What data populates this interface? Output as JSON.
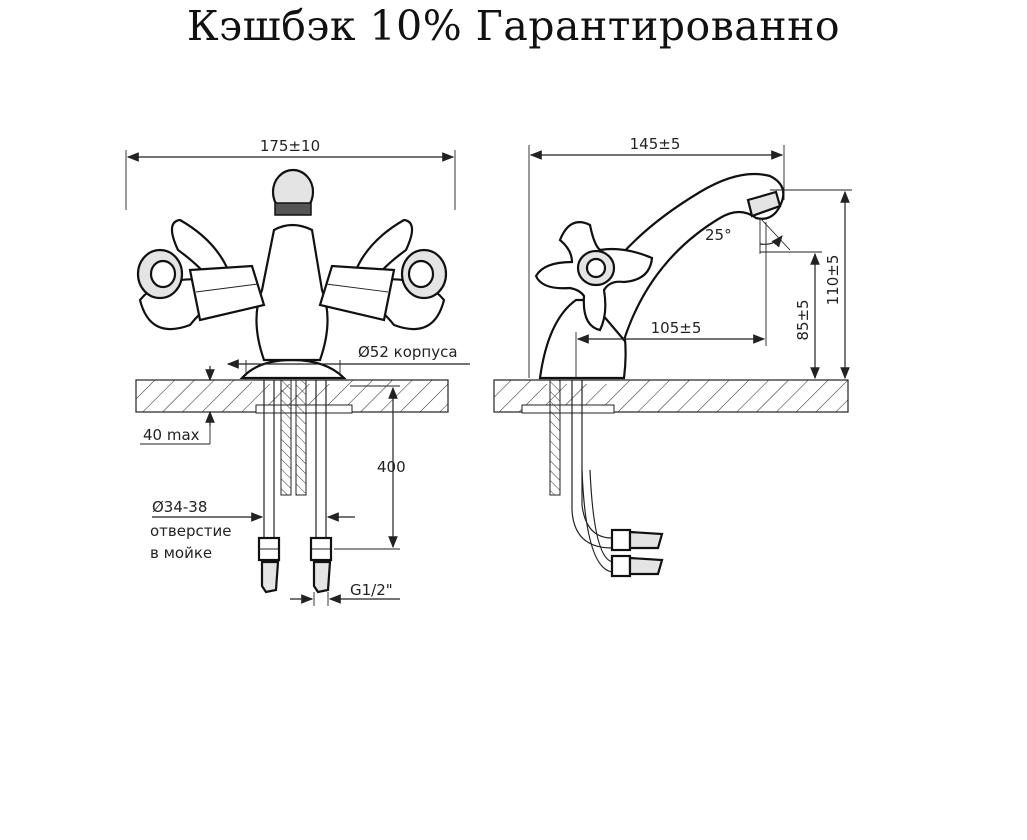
{
  "title": "Кэшбэк 10% Гарантированно",
  "front_view": {
    "width_label": "175±10",
    "body_diameter_label": "Ø52 корпуса",
    "deck_thickness_label": "40 max",
    "hose_length_label": "400",
    "hole_label_line1": "Ø34-38",
    "hole_label_line2": "отверстие",
    "hole_label_line3": "в мойке",
    "thread_label": "G1/2\""
  },
  "side_view": {
    "reach_label": "145±5",
    "angle_label": "25°",
    "height_spout_label": "85±5",
    "height_total_label": "110±5",
    "spout_offset_label": "105±5"
  }
}
